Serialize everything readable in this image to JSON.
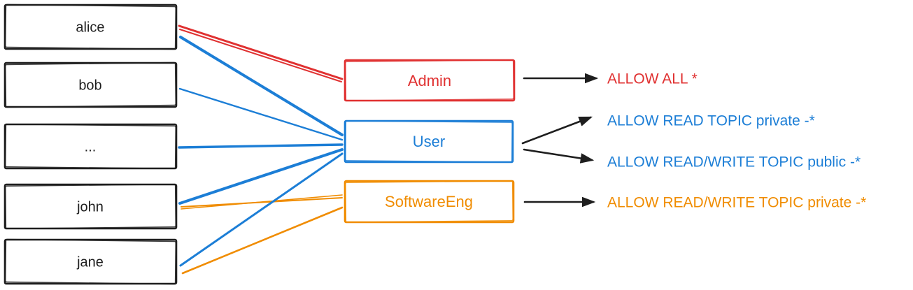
{
  "diagram": {
    "users": [
      "alice",
      "bob",
      "...",
      "john",
      "jane"
    ],
    "roles": [
      {
        "label": "Admin",
        "color": "#e03131"
      },
      {
        "label": "User",
        "color": "#1c7ed6"
      },
      {
        "label": "SoftwareEng",
        "color": "#f08c00"
      }
    ],
    "permissions": [
      {
        "label": "ALLOW ALL *",
        "color": "#e03131",
        "role": "Admin"
      },
      {
        "label": "ALLOW READ TOPIC private -*",
        "color": "#1c7ed6",
        "role": "User"
      },
      {
        "label": "ALLOW READ/WRITE TOPIC public -*",
        "color": "#1c7ed6",
        "role": "User"
      },
      {
        "label": "ALLOW READ/WRITE TOPIC private -*",
        "color": "#f08c00",
        "role": "SoftwareEng"
      }
    ],
    "memberships": [
      {
        "user": "alice",
        "role": "Admin"
      },
      {
        "user": "alice",
        "role": "User"
      },
      {
        "user": "bob",
        "role": "User"
      },
      {
        "user": "...",
        "role": "User"
      },
      {
        "user": "john",
        "role": "User"
      },
      {
        "user": "john",
        "role": "SoftwareEng"
      },
      {
        "user": "jane",
        "role": "User"
      },
      {
        "user": "jane",
        "role": "SoftwareEng"
      }
    ]
  },
  "colors": {
    "black": "#1e1e1e",
    "red": "#e03131",
    "blue": "#1c7ed6",
    "orange": "#f08c00"
  }
}
